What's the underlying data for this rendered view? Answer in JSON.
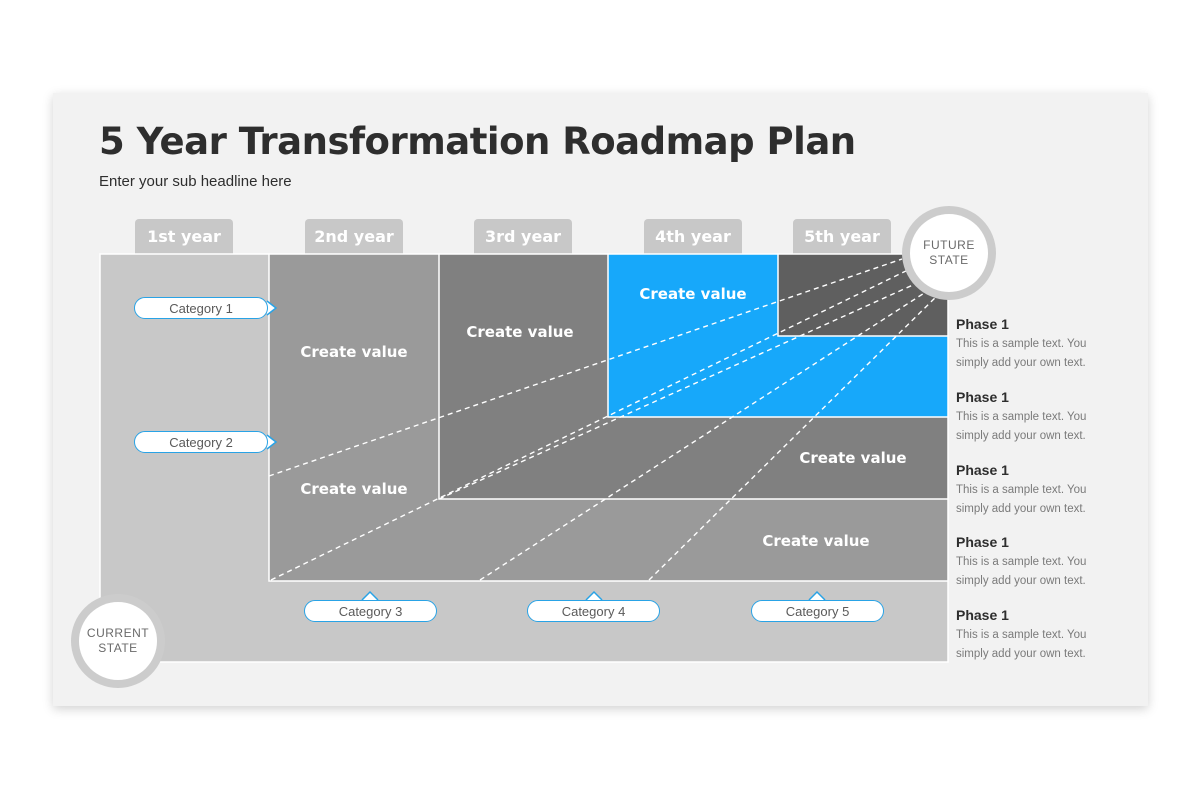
{
  "title": "5 Year Transformation Roadmap Plan",
  "subtitle": "Enter your sub headline here",
  "years": [
    "1st year",
    "2nd year",
    "3rd year",
    "4th year",
    "5th year"
  ],
  "value_blocks": [
    "Create value",
    "Create value",
    "Create value",
    "Create value",
    "Create value",
    "Create value"
  ],
  "categories": [
    "Category 1",
    "Category 2",
    "Category 3",
    "Category 4",
    "Category 5"
  ],
  "current_state": [
    "CURRENT",
    "STATE"
  ],
  "future_state": [
    "FUTURE",
    "STATE"
  ],
  "phases": [
    {
      "title": "Phase 1",
      "text": "This is a sample text. You simply add your own text."
    },
    {
      "title": "Phase 1",
      "text": "This is a sample text. You simply add your own text."
    },
    {
      "title": "Phase 1",
      "text": "This is a sample text. You simply add your own text."
    },
    {
      "title": "Phase 1",
      "text": "This is a sample text. You simply add your own text."
    },
    {
      "title": "Phase 1",
      "text": "This is a sample text. You simply add your own text."
    }
  ],
  "colors": {
    "accent": "#17a8fa",
    "dark": "#5f5f5f",
    "mid": "#808080",
    "light": "#9a9a9a",
    "base": "#c8c8c8"
  }
}
